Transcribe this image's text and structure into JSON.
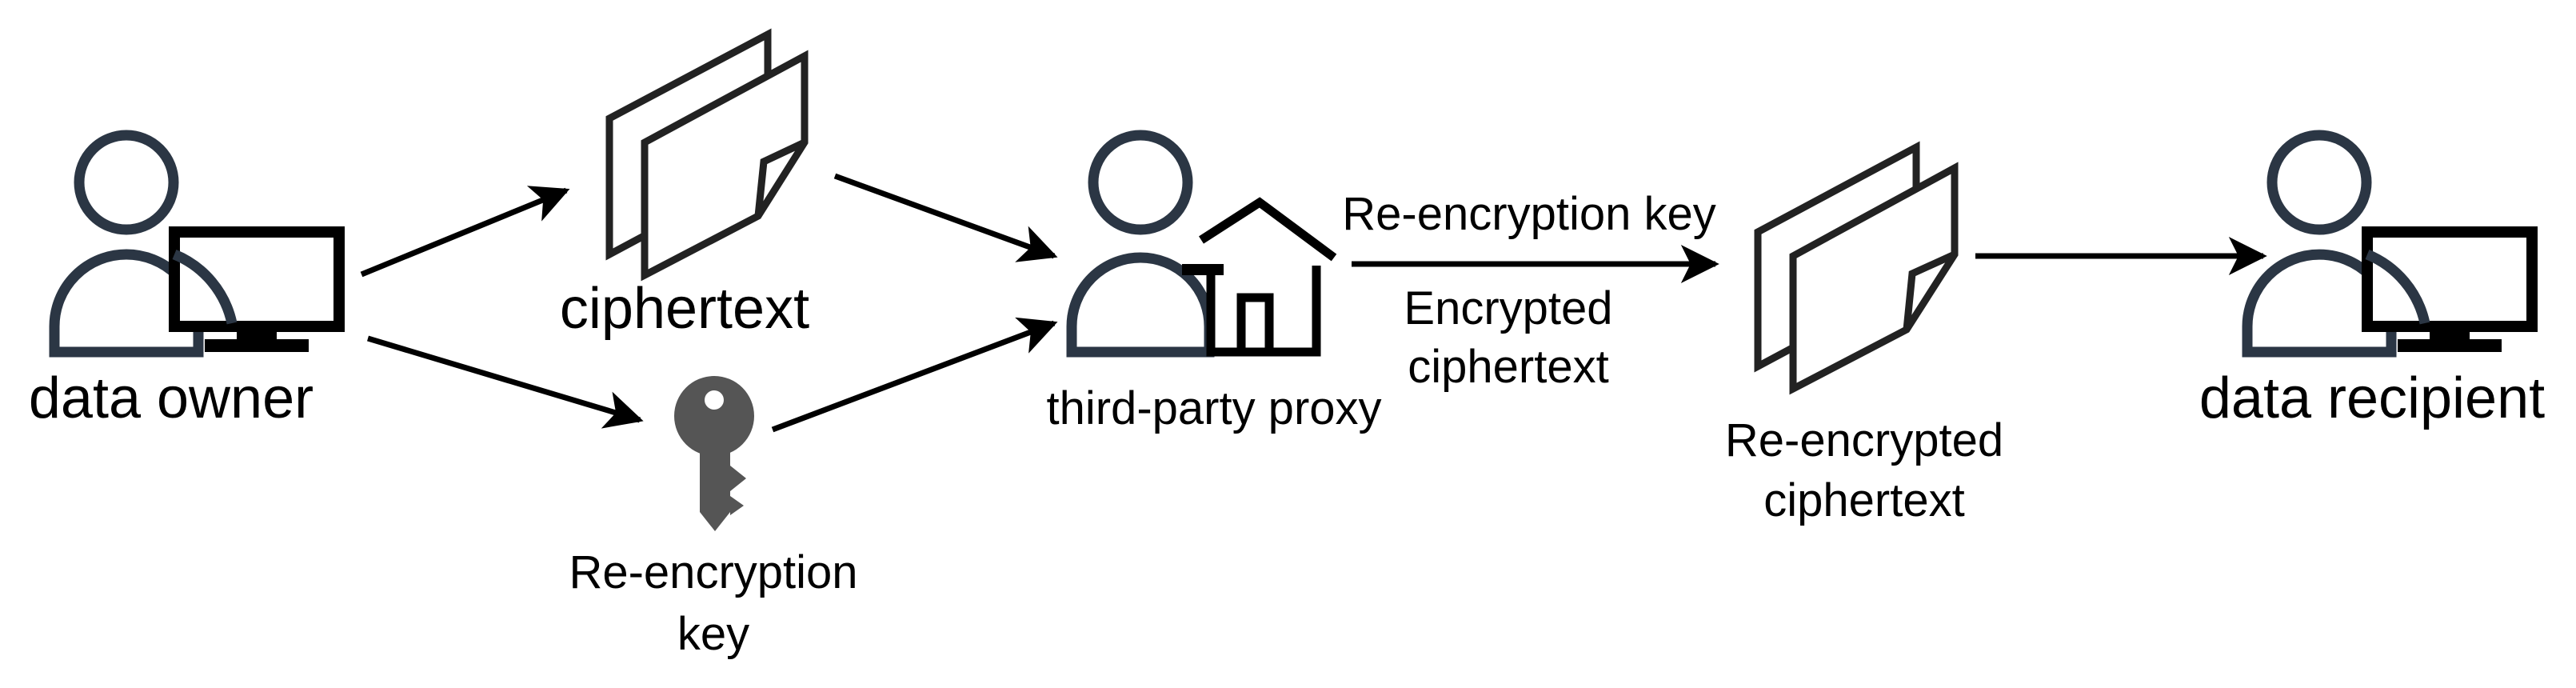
{
  "colors": {
    "person_outline": "#2b3644",
    "monitor": "#000000",
    "document": "#222222",
    "key": "#555555",
    "arrow": "#000000",
    "text": "#000000"
  },
  "nodes": {
    "data_owner": {
      "label": "data owner",
      "icons": [
        "person-icon",
        "monitor-icon"
      ]
    },
    "ciphertext": {
      "label": "ciphertext",
      "icons": [
        "document-stack-icon"
      ]
    },
    "reencryption_key": {
      "label_line1": "Re-encryption",
      "label_line2": "key",
      "icons": [
        "key-icon"
      ]
    },
    "proxy": {
      "label": "third-party proxy",
      "icons": [
        "person-icon",
        "house-icon"
      ]
    },
    "reencrypted_ciphertext": {
      "label_line1": "Re-encrypted",
      "label_line2": "ciphertext",
      "icons": [
        "document-stack-icon"
      ]
    },
    "data_recipient": {
      "label": "data recipient",
      "icons": [
        "person-icon",
        "monitor-icon"
      ]
    }
  },
  "edges": {
    "proxy_to_reencrypted": {
      "label_above": "Re-encryption key",
      "label_below_line1": "Encrypted",
      "label_below_line2": "ciphertext"
    }
  }
}
